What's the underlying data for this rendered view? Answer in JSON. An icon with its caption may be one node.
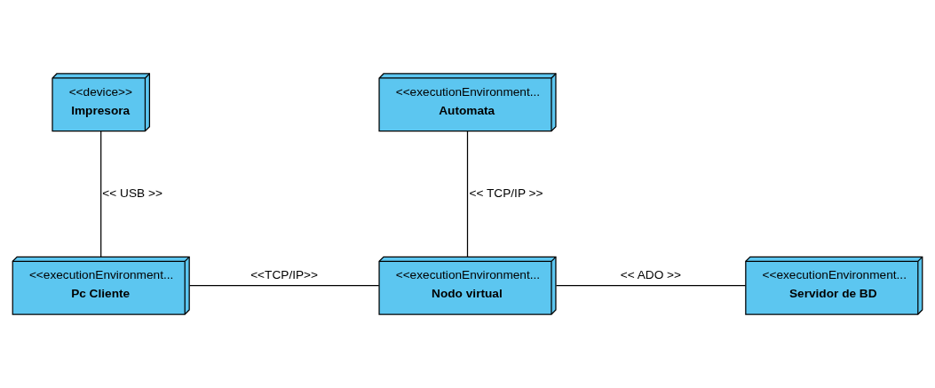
{
  "diagram": {
    "nodes": [
      {
        "text": [
          "<<device>>",
          "Impresora"
        ]
      },
      {
        "text": [
          "<<executionEnvironment...",
          "Automata"
        ]
      },
      {
        "text": [
          "<<executionEnvironment...",
          "Pc Cliente"
        ]
      },
      {
        "text": [
          "<<executionEnvironment...",
          "Nodo virtual"
        ]
      },
      {
        "text": [
          "<<executionEnvironment...",
          "Servidor de BD"
        ]
      }
    ],
    "edges": [
      {
        "from": 0,
        "to": 2,
        "arrow": "none",
        "label": "<< USB >>"
      },
      {
        "from": 1,
        "to": 3,
        "arrow": "none",
        "label": "<< TCP/IP >>"
      },
      {
        "from": 2,
        "to": 3,
        "arrow": "none",
        "label": "<<TCP/IP>>"
      },
      {
        "from": 3,
        "to": 4,
        "arrow": "none",
        "label": "<< ADO >>"
      }
    ]
  }
}
